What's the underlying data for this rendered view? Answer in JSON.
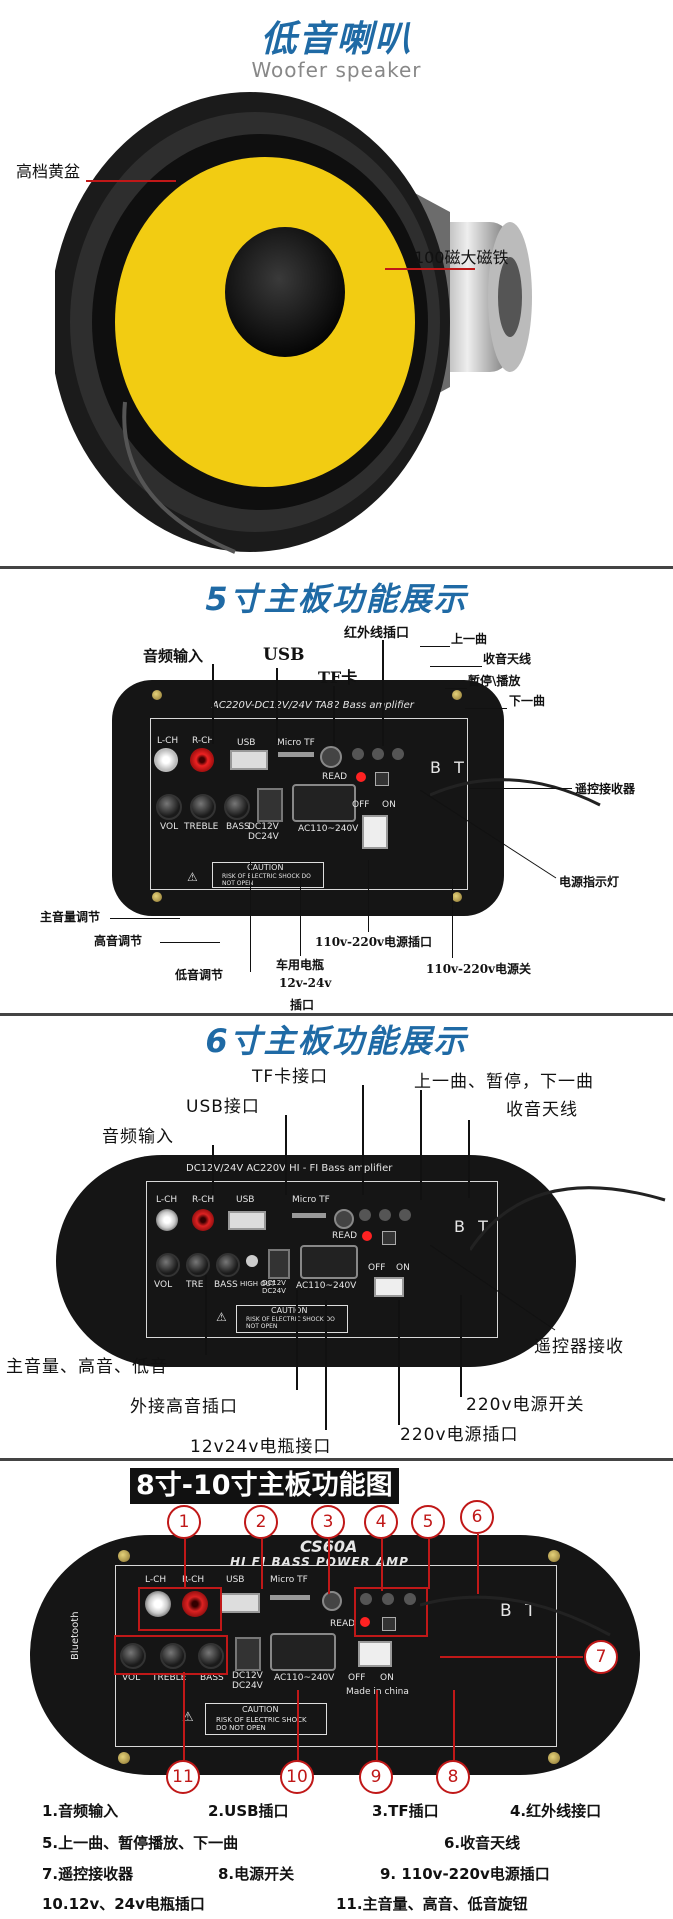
{
  "s1": {
    "title": "低音喇叭",
    "subtitle": "Woofer speaker",
    "label_cone": "高档黄盆",
    "label_magnet": "100磁大磁铁"
  },
  "s2": {
    "title": "5寸主板功能展示",
    "board_name": "AC220V-DC12V/24V TA82 Bass amplifier",
    "panel": {
      "lch": "L-CH",
      "rch": "R-CH",
      "usb": "USB",
      "tf": "Micro TF",
      "vol": "VOL",
      "treble": "TREBLE",
      "bass": "BASS",
      "dc": "DC12V DC24V",
      "ac": "AC110~240V",
      "read": "READ",
      "off": "OFF",
      "on": "ON",
      "bt": "B T",
      "caution": "CAUTION",
      "caution_sub": "RISK OF ELECTRIC SHOCK DO NOT OPEN"
    },
    "labels": {
      "audio_in": "音频输入",
      "usb": "USB",
      "tf": "TF卡",
      "ir": "红外线插口",
      "prev": "上一曲",
      "antenna": "收音天线",
      "pause": "暂停\\播放",
      "next": "下一曲",
      "remote": "遥控接收器",
      "power_led": "电源指示灯",
      "master": "主音量调节",
      "treble": "高音调节",
      "bass": "低音调节",
      "car": "车用电瓶",
      "car2": "12v-24v",
      "car3": "插口",
      "ac_in": "110v-220v电源插口",
      "switch": "110v-220v电源关"
    }
  },
  "s3": {
    "title": "6寸主板功能展示",
    "board_name": "DC12V/24V AC220V HI - FI Bass amplifier",
    "panel": {
      "lch": "L-CH",
      "rch": "R-CH",
      "usb": "USB",
      "tf": "Micro TF",
      "vol": "VOL",
      "tre": "TRE",
      "bass": "BASS",
      "highout": "HIGH OUT",
      "dc": "DC12V DC24V",
      "ac": "AC110~240V",
      "read": "READ",
      "off": "OFF",
      "on": "ON",
      "bt": "B T",
      "caution": "CAUTION",
      "caution_sub": "RISK OF ELECTRIC SHOCK DO NOT OPEN"
    },
    "labels": {
      "tf": "TF卡接口",
      "usb": "USB接口",
      "audio_in": "音频输入",
      "prev_next": "上一曲、暂停，下一曲",
      "antenna": "收音天线",
      "remote": "遥控器接收",
      "knobs": "主音量、高音、低音",
      "high_out": "外接高音插口",
      "ac_switch": "220v电源开关",
      "battery": "12v24v电瓶接口",
      "ac_in": "220v电源插口"
    }
  },
  "s4": {
    "title": "8寸-10寸主板功能图",
    "board_model": "CS60A",
    "board_name": "HI FI BASS POWER AMP",
    "panel": {
      "lch": "L-CH",
      "rch": "R-CH",
      "usb": "USB",
      "tf": "Micro TF",
      "vol": "VOL",
      "treble": "TREBLE",
      "bass": "BASS",
      "dc": "DC12V DC24V",
      "ac": "AC110~240V",
      "read": "READ",
      "off": "OFF",
      "on": "ON",
      "made": "Made in china",
      "bt": "B T",
      "bluetooth": "Bluetooth",
      "caution": "CAUTION",
      "caution_sub": "RISK OF ELECTRIC SHOCK DO NOT OPEN"
    },
    "callouts": [
      "1",
      "2",
      "3",
      "4",
      "5",
      "6",
      "7",
      "8",
      "9",
      "10",
      "11"
    ],
    "legend": {
      "l1": "1.音频输入",
      "l2": "2.USB插口",
      "l3": "3.TF插口",
      "l4": "4.红外线接口",
      "l5": "5.上一曲、暂停播放、下一曲",
      "l6": "6.收音天线",
      "l7": "7.遥控接收器",
      "l8": "8.电源开关",
      "l9": "9.  110v-220v电源插口",
      "l10": "10.12v、24v电瓶插口",
      "l11": "11.主音量、高音、低音旋钮"
    }
  },
  "colors": {
    "title_blue": "#1f6aa5",
    "callout_red": "#c01818",
    "cone_yellow": "#f2cc12",
    "panel_black": "#151515"
  }
}
